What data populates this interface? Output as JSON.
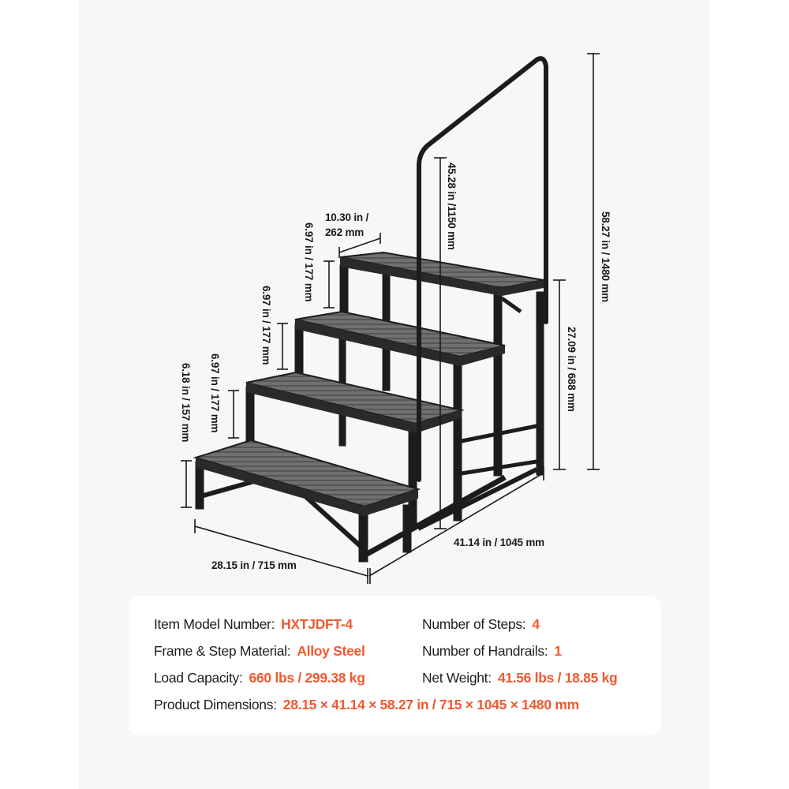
{
  "colors": {
    "page_bg": "#ffffff",
    "panel_bg": "#f7f7f7",
    "card_bg": "#ffffff",
    "label_text": "#1e1e1e",
    "value_accent": "#ee5a2f",
    "frame": "#1c1c1c",
    "tread": "#6e6e6e"
  },
  "diagram": {
    "subject": "4-step stair with single handrail",
    "dimensions": {
      "tread_depth": "10.30 in / 262 mm",
      "tread_depth_line1": "10.30 in /",
      "tread_depth_line2": "262 mm",
      "step_rise_top": "6.97 in / 177 mm",
      "step_rise_middle": "6.97 in / 177 mm",
      "step_rise_lower": "6.97 in / 177 mm",
      "step_rise_bottom": "6.18 in / 157 mm",
      "handrail_height": "45.28 in /1150 mm",
      "platform_height": "27.09 in / 688 mm",
      "overall_height": "58.27 in / 1480 mm",
      "width": "28.15 in / 715 mm",
      "length": "41.14 in / 1045 mm"
    }
  },
  "specs": {
    "model": {
      "label": "Item Model Number:",
      "value": "HXTJDFT-4"
    },
    "material": {
      "label": "Frame & Step Material:",
      "value": "Alloy Steel"
    },
    "load": {
      "label": "Load Capacity:",
      "value": "660 lbs / 299.38 kg"
    },
    "dimensions": {
      "label": "Product Dimensions:",
      "value": "28.15 × 41.14 × 58.27 in / 715 × 1045 × 1480 mm"
    },
    "steps": {
      "label": "Number of Steps:",
      "value": "4"
    },
    "handrails": {
      "label": "Number of Handrails:",
      "value": "1"
    },
    "weight": {
      "label": "Net Weight:",
      "value": "41.56 lbs / 18.85 kg"
    }
  }
}
